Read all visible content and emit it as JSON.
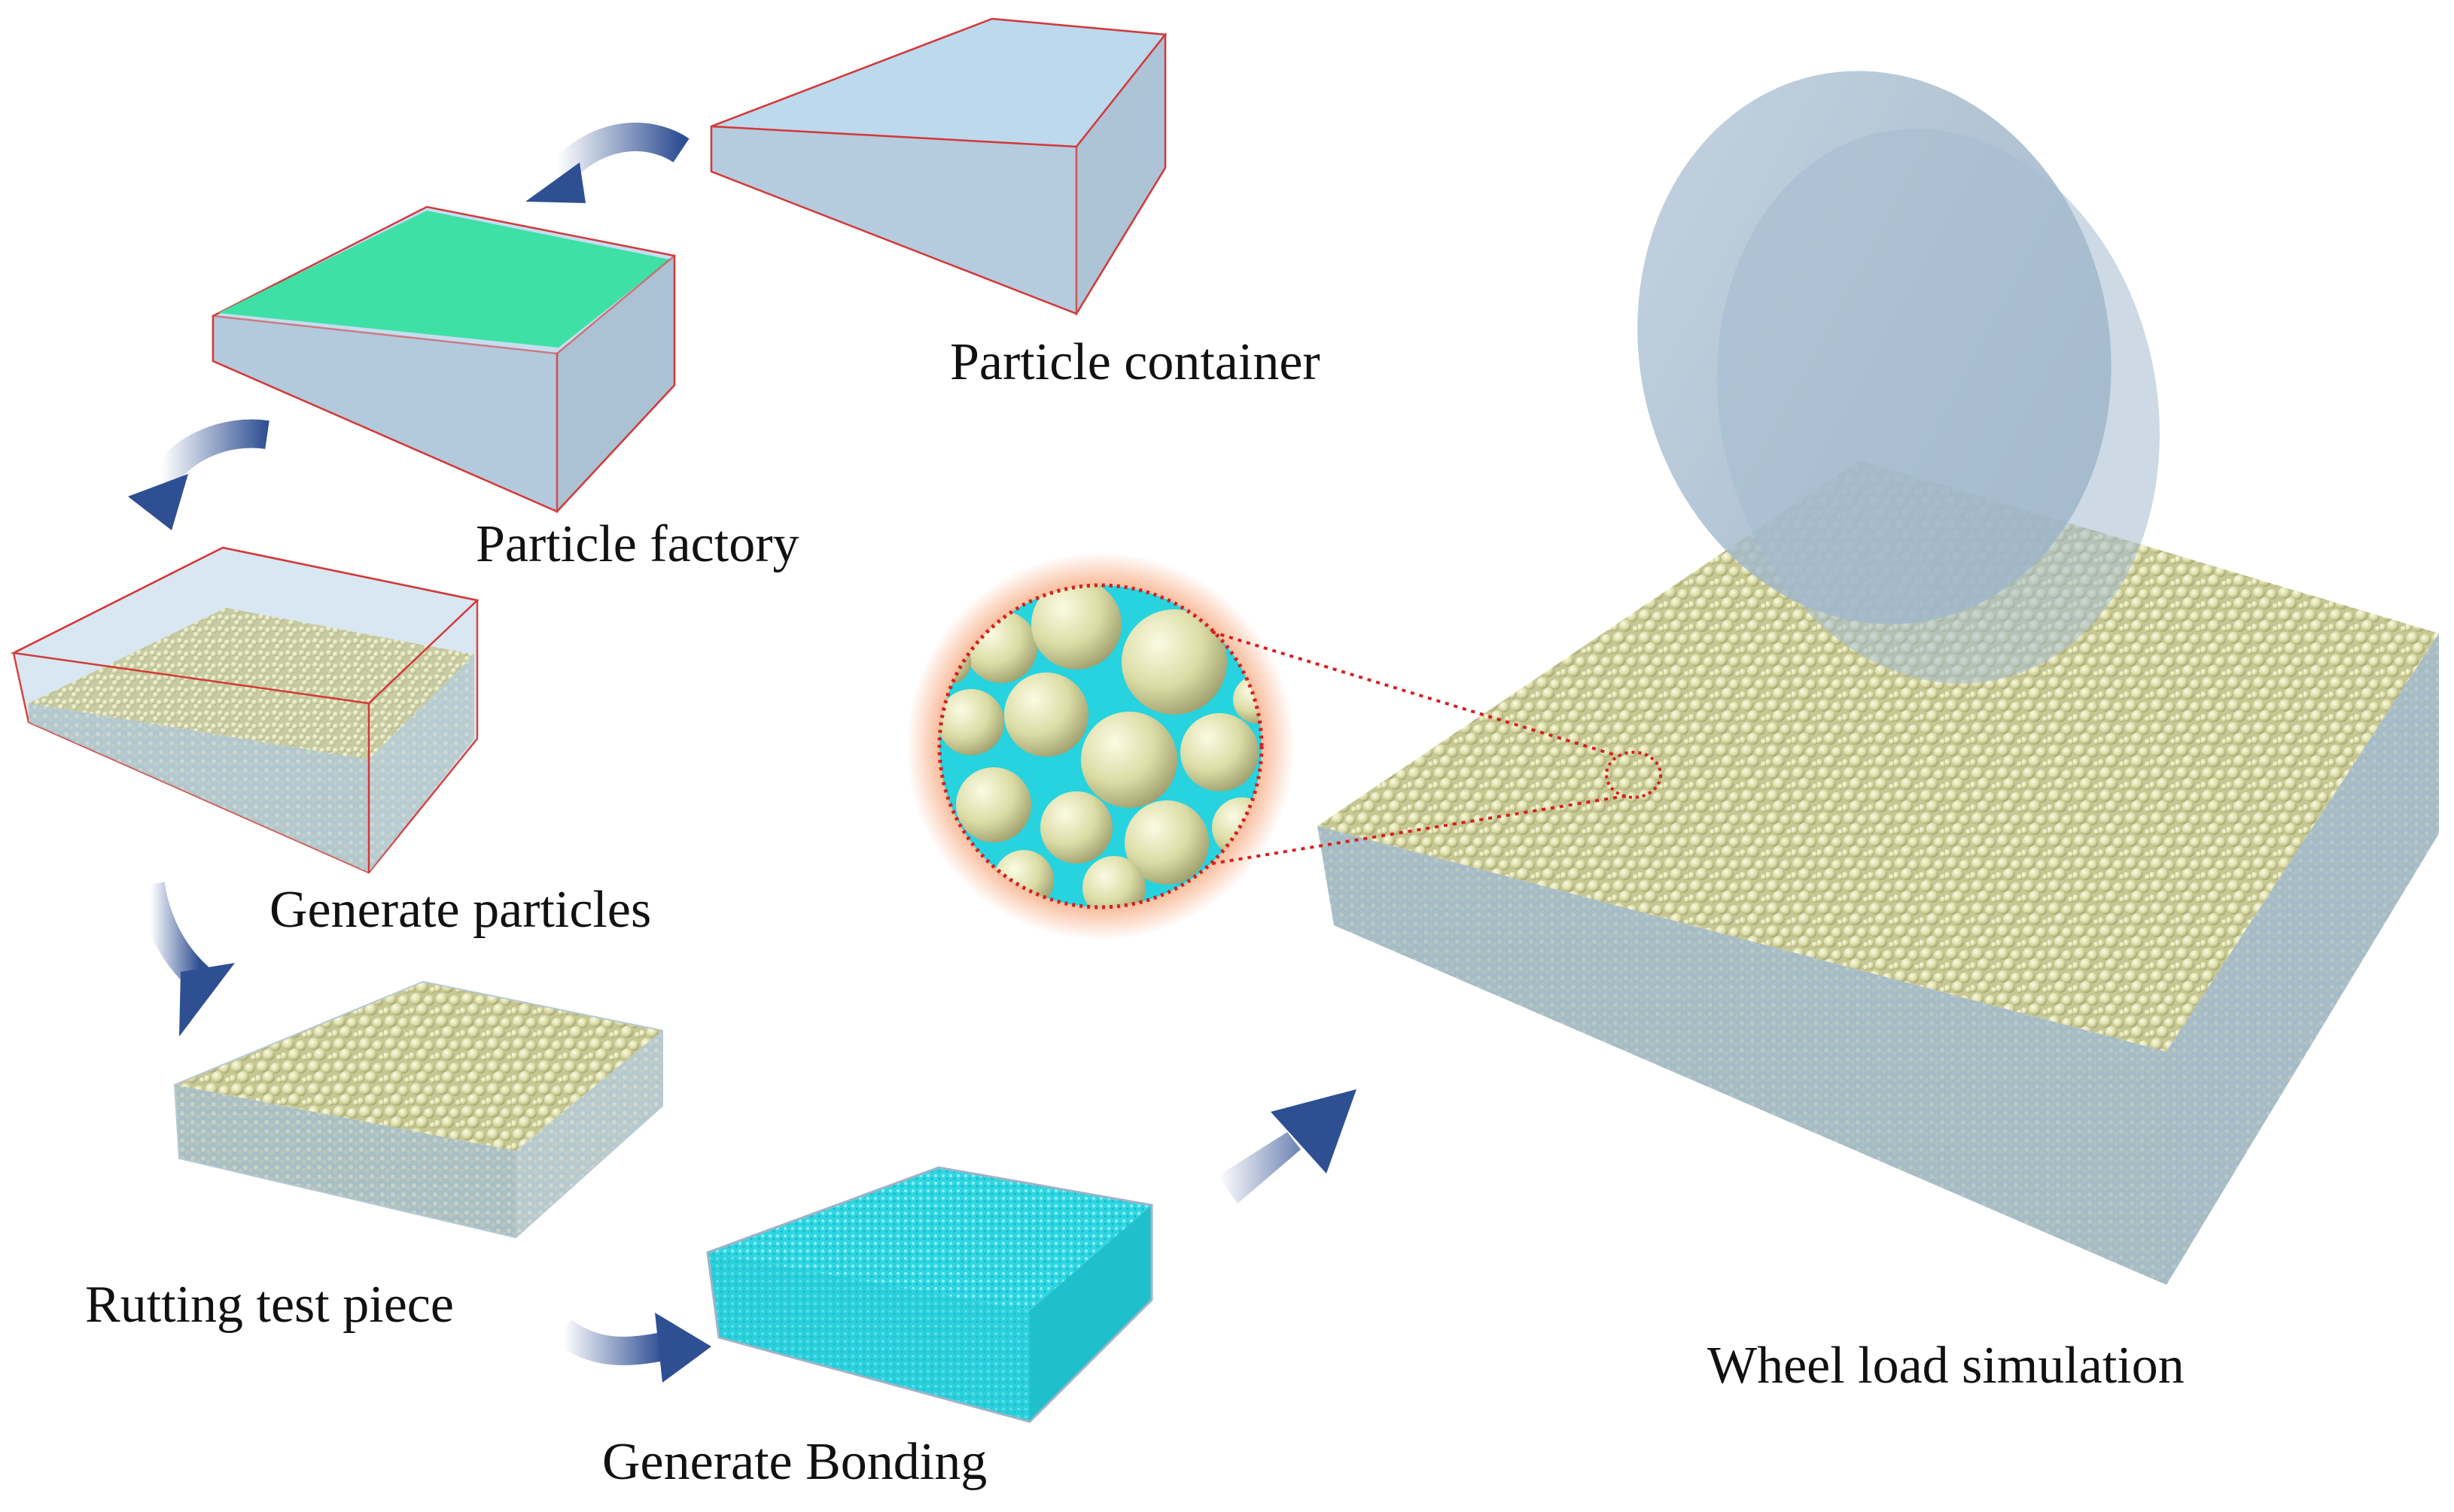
{
  "steps": [
    {
      "id": "container",
      "label": "Particle container"
    },
    {
      "id": "factory",
      "label": "Particle factory"
    },
    {
      "id": "generate",
      "label": "Generate particles"
    },
    {
      "id": "rutting",
      "label": "Rutting test piece"
    },
    {
      "id": "bonding",
      "label": "Generate Bonding"
    },
    {
      "id": "wheel",
      "label": "Wheel load simulation"
    }
  ],
  "colors": {
    "container_face": "#c4def0",
    "container_edge": "#d23a3a",
    "factory_plane": "#3fe0a6",
    "particle": "#dcdca6",
    "particle_shade": "#a9a979",
    "bonding": "#27d3de",
    "arrow": "#2f4f93",
    "wheel": "#9fb7cc",
    "zoom_glow": "#f6a071",
    "zoom_border": "#d42020"
  },
  "icons": [
    "flow-arrow-icon",
    "magnifier-circle-icon"
  ]
}
